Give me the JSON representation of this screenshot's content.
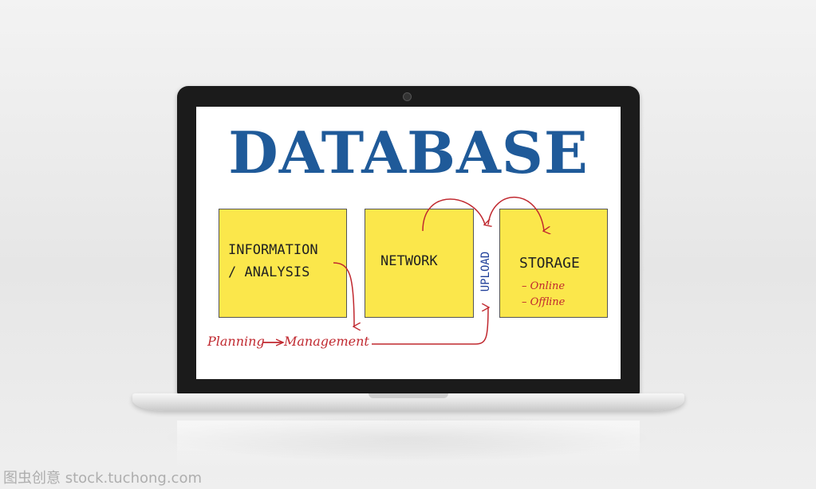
{
  "title": "DATABASE",
  "nodes": {
    "info": {
      "line1": "INFORMATION",
      "line2": "/ ANALYSIS"
    },
    "network": {
      "label": "NETWORK"
    },
    "storage": {
      "label": "STORAGE",
      "items": [
        "– Online",
        "– Offline"
      ]
    }
  },
  "flow": {
    "planning": "Planning",
    "management": "Management",
    "upload": "UPLOAD"
  },
  "colors": {
    "note": "#fbe74b",
    "title": "#1f5a99",
    "arrow": "#c0282f",
    "upload": "#1f3f99"
  },
  "watermark": "图虫创意 stock.tuchong.com"
}
